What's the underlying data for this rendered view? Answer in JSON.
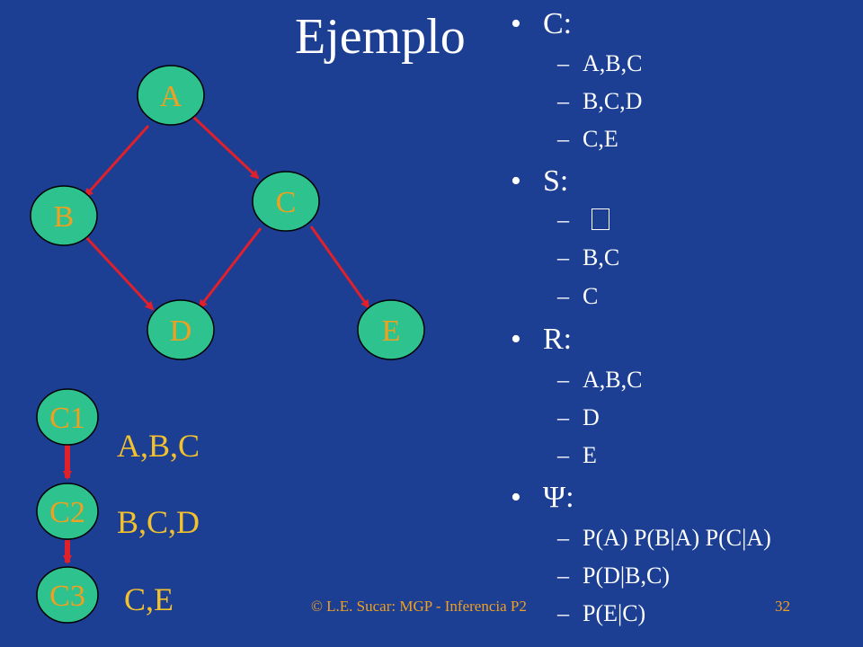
{
  "slide": {
    "title": "Ejemplo",
    "bullet_glyph": "•",
    "dash_glyph": "–",
    "colors": {
      "background": "#1c3f94",
      "node_fill": "#2ec28e",
      "node_text": "#f0a020",
      "edge": "#e0202a",
      "clique_text": "#f3c12e",
      "text": "#ffffff"
    }
  },
  "graph": {
    "nodes": [
      "A",
      "B",
      "C",
      "D",
      "E"
    ],
    "edges": [
      [
        "A",
        "B"
      ],
      [
        "A",
        "C"
      ],
      [
        "B",
        "D"
      ],
      [
        "C",
        "D"
      ],
      [
        "C",
        "E"
      ]
    ]
  },
  "clique_tree": {
    "nodes": [
      "C1",
      "C2",
      "C3"
    ],
    "labels": [
      "A,B,C",
      "B,C,D",
      "C,E"
    ]
  },
  "bullets": [
    {
      "label": "C:",
      "items": [
        "A,B,C",
        "B,C,D",
        "C,E"
      ]
    },
    {
      "label": "S:",
      "items": [
        "",
        "B,C",
        "C"
      ]
    },
    {
      "label": "R:",
      "items": [
        "A,B,C",
        "D",
        "E"
      ]
    },
    {
      "label": "Ψ:",
      "items": [
        "P(A) P(B|A) P(C|A)",
        "P(D|B,C)",
        "P(E|C)"
      ]
    }
  ],
  "empty_item_glyph": "",
  "footer": {
    "credit": "© L.E. Sucar: MGP - Inferencia P2",
    "page_number": "32"
  }
}
